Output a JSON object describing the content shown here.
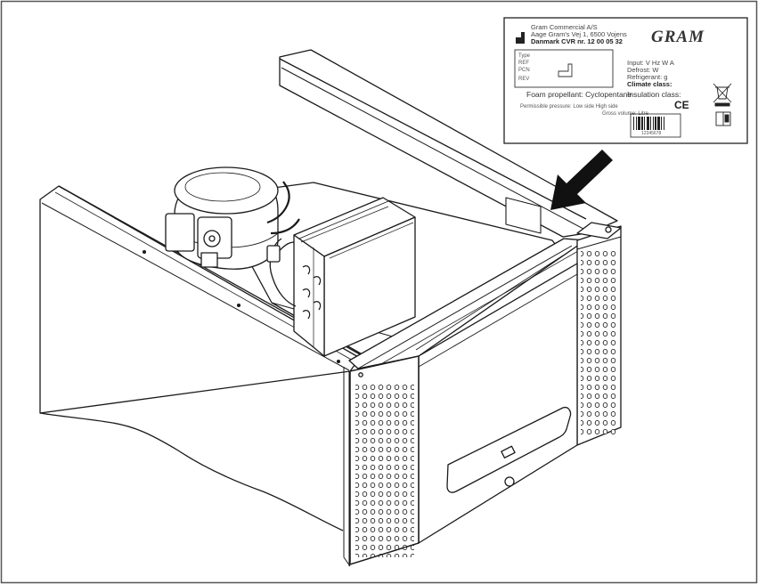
{
  "label": {
    "company_line1": "Gram Commercial A/S",
    "company_line2": "Aage Gram's Vej 1, 6500 Vojens",
    "company_line3": "Danmark CVR nr. 12 00 05 32",
    "brand": "GRAM",
    "type_field": "Type",
    "ref_field": "REF",
    "pcn_field": "PCN",
    "rev_field": "REV",
    "input_line": "Input: V Hz W A",
    "defrost_line": "Defrost: W",
    "refrigerant_line": "Refrigerant: g",
    "climate_line": "Climate class:",
    "foam_line": "Foam propellant: Cyclopentane",
    "insulation_line": "Insulation class:",
    "pressure_line": "Permissible pressure:  Low side  High side",
    "gross_line": "Gross volume: Litre",
    "ce_mark": "CE",
    "barcode_number": "12345678"
  },
  "colors": {
    "line": "#1a1a1a",
    "frame": "#555555",
    "arrow": "#111111"
  },
  "icons": [
    "gram-logo-icon",
    "weee-bin-icon",
    "manual-book-icon",
    "barcode-icon",
    "pointer-arrow-icon"
  ]
}
